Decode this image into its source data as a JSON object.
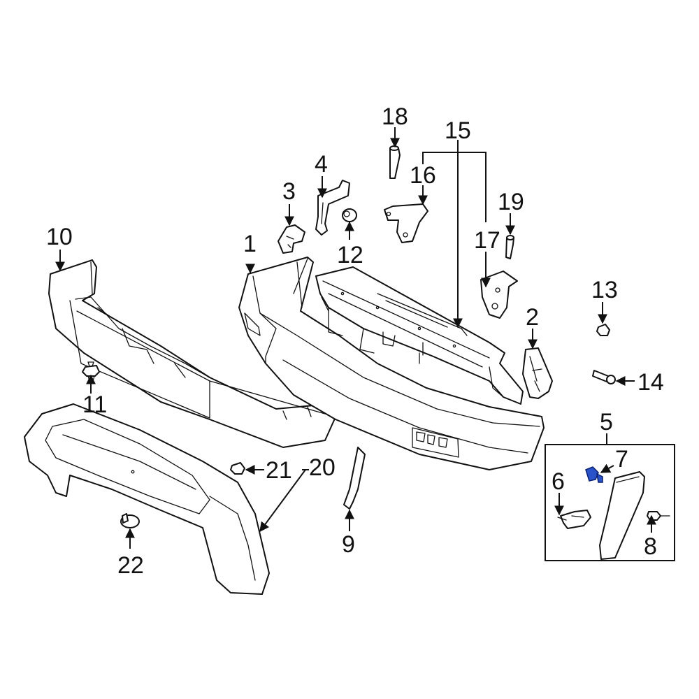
{
  "diagram": {
    "highlight_color": "#2a52c9",
    "callouts": [
      "1",
      "2",
      "3",
      "4",
      "5",
      "6",
      "7",
      "8",
      "9",
      "10",
      "11",
      "12",
      "13",
      "14",
      "15",
      "16",
      "17",
      "18",
      "19",
      "20",
      "21",
      "22"
    ]
  }
}
